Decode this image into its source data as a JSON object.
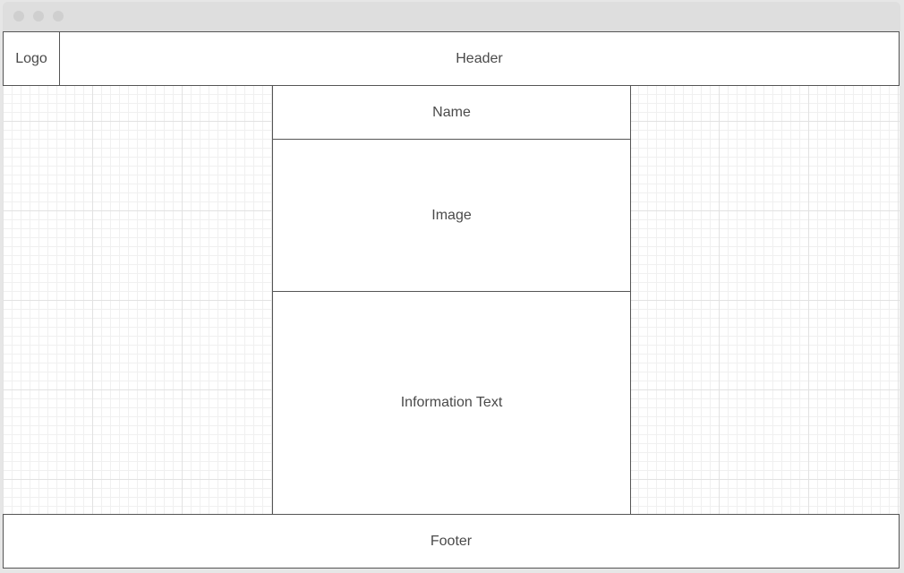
{
  "layout": {
    "logo_label": "Logo",
    "header_label": "Header",
    "name_label": "Name",
    "image_label": "Image",
    "info_label": "Information Text",
    "footer_label": "Footer"
  }
}
